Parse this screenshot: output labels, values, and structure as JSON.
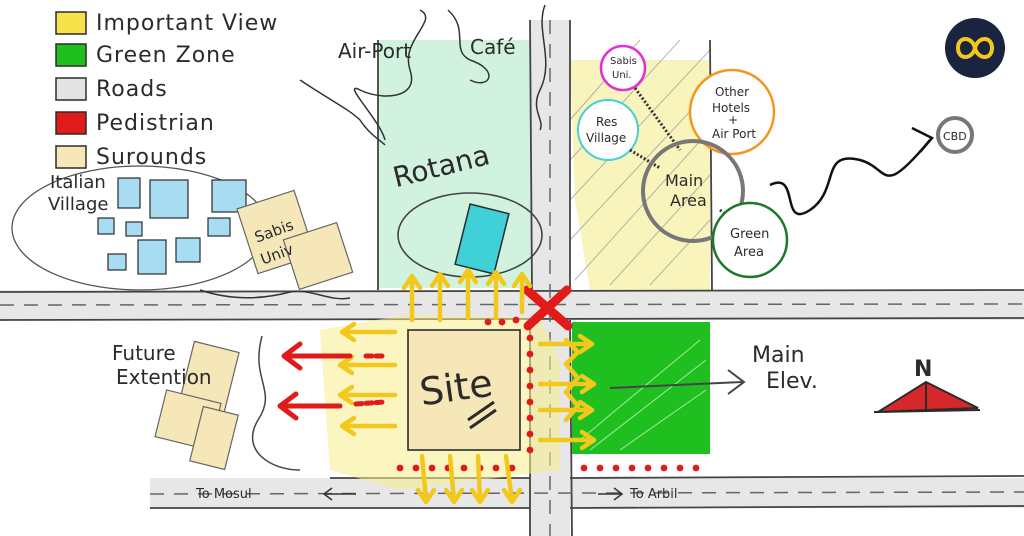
{
  "legend": [
    {
      "label": "Important View",
      "color": "#f6e24a"
    },
    {
      "label": "Green Zone",
      "color": "#1fbf1f"
    },
    {
      "label": "Roads",
      "color": "#e3e3e3"
    },
    {
      "label": "Pedistrian",
      "color": "#e11a1a"
    },
    {
      "label": "Surounds",
      "color": "#f5e7b8"
    }
  ],
  "labels": {
    "airport": "Air-Port",
    "cafe": "Café",
    "rotana": "Rotana",
    "italian": "Italian",
    "village": "Village",
    "sabis_univ_left": "Sabis",
    "sabis_univ_left2": "Univ",
    "sabis_top": "Sabis",
    "sabis_top2": "Uni.",
    "res": "Res",
    "res2": "Village",
    "other1": "Other",
    "other2": "Hotels",
    "other3": "+",
    "other4": "Air Port",
    "main_area1": "Main",
    "main_area2": "Area",
    "green_area1": "Green",
    "green_area2": "Area",
    "cbd": "CBD",
    "site": "Site",
    "future1": "Future",
    "future2": "Extention",
    "main_elev1": "Main",
    "main_elev2": "Elev.",
    "to_mosul": "To Mosul",
    "to_arbil": "To Arbil",
    "north": "N"
  },
  "colors": {
    "yellow": "#f6e24a",
    "yellow_arrow": "#f2c81c",
    "green": "#1fbf1f",
    "light_green": "#c9f0d9",
    "road": "#e3e3e3",
    "red": "#e11a1a",
    "beige": "#f5e7b8",
    "cyan": "#3fd0d8",
    "sky": "#a8dcf2",
    "pink": "#e32fd6",
    "orange": "#f5951e",
    "dark_green": "#1b7a2a",
    "logo_bg": "#1a2340",
    "logo_fg": "#f2c81c"
  },
  "icons": {
    "logo": "infinity-logo-icon",
    "north": "north-arrow-icon",
    "cross": "cross-mark-icon"
  }
}
